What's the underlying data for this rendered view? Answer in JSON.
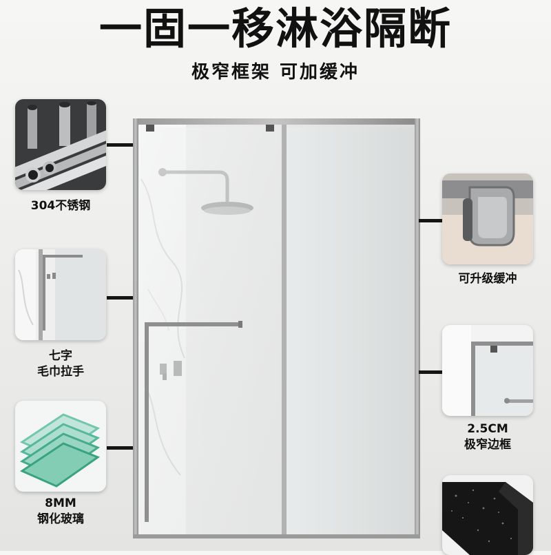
{
  "header": {
    "title": "一固一移淋浴隔断",
    "subtitle": "极窄框架 可加缓冲"
  },
  "features_left": [
    {
      "label": "304不锈钢",
      "icon": "steel-tubes-icon"
    },
    {
      "label_line1": "七字",
      "label_line2": "毛巾拉手",
      "icon": "towel-handle-icon"
    },
    {
      "label_line1": "8MM",
      "label_line2": "钢化玻璃",
      "icon": "tempered-glass-icon"
    }
  ],
  "features_right": [
    {
      "label": "可升级缓冲",
      "icon": "buffer-bracket-icon"
    },
    {
      "label_line1": "2.5CM",
      "label_line2": "极窄边框",
      "icon": "narrow-frame-icon"
    },
    {
      "icon": "black-profile-icon"
    }
  ],
  "colors": {
    "frame": "#8d8d8d",
    "glass": "#eef1f2",
    "text": "#111111",
    "connector": "#151515"
  }
}
